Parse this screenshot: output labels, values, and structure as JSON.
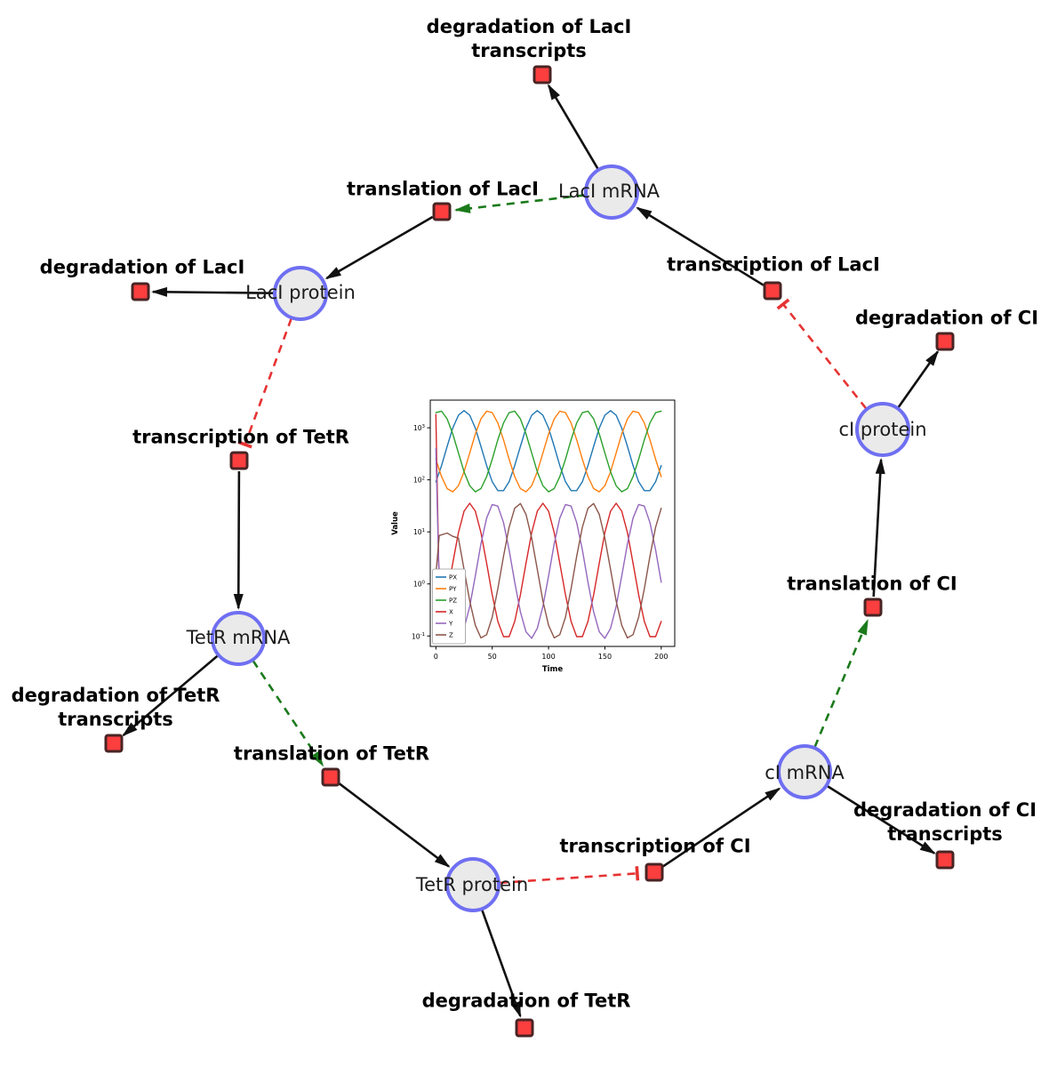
{
  "figure": {
    "title": "repressilator reaction network with simulation inset"
  },
  "network": {
    "species": [
      {
        "id": "laci-mrna",
        "label": "LacI mRNA"
      },
      {
        "id": "laci-protein",
        "label": "LacI protein"
      },
      {
        "id": "tetr-mrna",
        "label": "TetR mRNA"
      },
      {
        "id": "tetr-protein",
        "label": "TetR protein"
      },
      {
        "id": "ci-mrna",
        "label": "cI mRNA"
      },
      {
        "id": "ci-protein",
        "label": "cI protein"
      }
    ],
    "reactions": [
      {
        "id": "deg-laci-transcripts",
        "label": "degradation of LacI transcripts"
      },
      {
        "id": "translation-laci",
        "label": "translation of LacI"
      },
      {
        "id": "transcription-laci",
        "label": "transcription of LacI"
      },
      {
        "id": "deg-laci",
        "label": "degradation of LacI"
      },
      {
        "id": "deg-ci",
        "label": "degradation of CI"
      },
      {
        "id": "transcription-tetr",
        "label": "transcription of TetR"
      },
      {
        "id": "translation-ci",
        "label": "translation of CI"
      },
      {
        "id": "deg-tetr-transcripts",
        "label": "degradation of TetR transcripts"
      },
      {
        "id": "translation-tetr",
        "label": "translation of TetR"
      },
      {
        "id": "transcription-ci",
        "label": "transcription of CI"
      },
      {
        "id": "deg-ci-transcripts",
        "label": "degradation of CI transcripts"
      },
      {
        "id": "deg-tetr",
        "label": "degradation of TetR"
      }
    ],
    "colors": {
      "species_fill": "#eaeaea",
      "species_border": "#6f6ff2",
      "reaction_fill": "#fb3e3e",
      "reaction_border": "#4a2424",
      "reaction_edge": "#111111",
      "modifier_edge": "#1b7a1b",
      "inhibition_edge": "#e63333"
    }
  },
  "chart_data": {
    "type": "line",
    "title": "",
    "xlabel": "Time",
    "ylabel": "Value",
    "y_scale": "log",
    "x_ticks": [
      0,
      50,
      100,
      150,
      200
    ],
    "y_tick_exponents": [
      -1,
      0,
      1,
      2,
      3
    ],
    "xlim": [
      -5,
      212
    ],
    "ylim": [
      0.063,
      3400
    ],
    "legend_position": "lower left",
    "series": [
      {
        "name": "PX",
        "color": "#1f77b4",
        "x": [
          0,
          5,
          10,
          15,
          20,
          25,
          30,
          35,
          40,
          45,
          50,
          55,
          60,
          65,
          70,
          75,
          80,
          85,
          90,
          95,
          100,
          105,
          110,
          115,
          120,
          125,
          130,
          135,
          140,
          145,
          150,
          155,
          160,
          165,
          170,
          175,
          180,
          185,
          190,
          195,
          200
        ],
        "y": [
          92,
          188,
          440,
          984,
          1741,
          2138,
          1741,
          984,
          440,
          188,
          92,
          62,
          62,
          92,
          188,
          440,
          984,
          1741,
          2138,
          1741,
          984,
          440,
          188,
          92,
          62,
          62,
          92,
          188,
          440,
          984,
          1741,
          2138,
          1741,
          984,
          440,
          188,
          92,
          62,
          62,
          92,
          188
        ]
      },
      {
        "name": "PY",
        "color": "#ff7f0e",
        "x": [
          0,
          5,
          10,
          15,
          20,
          25,
          30,
          35,
          40,
          45,
          50,
          55,
          60,
          65,
          70,
          75,
          80,
          85,
          90,
          95,
          100,
          105,
          110,
          115,
          120,
          125,
          130,
          135,
          140,
          145,
          150,
          155,
          160,
          165,
          170,
          175,
          180,
          185,
          190,
          195,
          200
        ],
        "y": [
          249,
          115,
          68,
          59,
          77,
          143,
          328,
          762,
          1485,
          2087,
          1954,
          1236,
          588,
          249,
          115,
          68,
          59,
          77,
          143,
          328,
          762,
          1485,
          2087,
          1954,
          1236,
          588,
          249,
          115,
          68,
          59,
          77,
          143,
          328,
          762,
          1485,
          2087,
          1954,
          1236,
          588,
          249,
          115
        ]
      },
      {
        "name": "PZ",
        "color": "#2ca02c",
        "x": [
          0,
          5,
          10,
          15,
          20,
          25,
          30,
          35,
          40,
          45,
          50,
          55,
          60,
          65,
          70,
          75,
          80,
          85,
          90,
          95,
          100,
          105,
          110,
          115,
          120,
          125,
          130,
          135,
          140,
          145,
          150,
          155,
          160,
          165,
          170,
          175,
          180,
          185,
          190,
          195,
          200
        ],
        "y": [
          1954,
          2087,
          1485,
          762,
          328,
          143,
          77,
          59,
          68,
          115,
          249,
          589,
          1236,
          1954,
          2087,
          1485,
          762,
          328,
          143,
          77,
          59,
          68,
          115,
          249,
          589,
          1236,
          1954,
          2087,
          1485,
          762,
          328,
          143,
          77,
          59,
          68,
          115,
          249,
          589,
          1236,
          1954,
          2087
        ]
      },
      {
        "name": "X",
        "color": "#d62728",
        "x": [
          0,
          1.2,
          2.5,
          5,
          10,
          15,
          20,
          25,
          30,
          35,
          40,
          45,
          50,
          55,
          60,
          65,
          70,
          75,
          80,
          85,
          90,
          95,
          100,
          105,
          110,
          115,
          120,
          125,
          130,
          135,
          140,
          145,
          150,
          155,
          160,
          165,
          170,
          175,
          180,
          185,
          190,
          195,
          200
        ],
        "y": [
          1800,
          60,
          2.5,
          0.19,
          0.62,
          2.5,
          9.7,
          25,
          35.5,
          25,
          9.7,
          2.5,
          0.62,
          0.19,
          0.097,
          0.097,
          0.19,
          0.62,
          2.5,
          9.7,
          25,
          35.5,
          25,
          9.7,
          2.5,
          0.62,
          0.19,
          0.097,
          0.097,
          0.19,
          0.62,
          2.5,
          9.7,
          25,
          35.5,
          25,
          9.7,
          2.5,
          0.62,
          0.19,
          0.097,
          0.097,
          0.19
        ]
      },
      {
        "name": "Y",
        "color": "#9467bd",
        "x": [
          0,
          1.2,
          2.5,
          5,
          10,
          15,
          20,
          25,
          30,
          35,
          40,
          45,
          50,
          55,
          60,
          65,
          70,
          75,
          80,
          85,
          90,
          95,
          100,
          105,
          110,
          115,
          120,
          125,
          130,
          135,
          140,
          145,
          150,
          155,
          160,
          165,
          170,
          175,
          180,
          185,
          190,
          195,
          200
        ],
        "y": [
          400,
          30,
          2.2,
          1.08,
          0.29,
          0.12,
          0.09,
          0.14,
          0.37,
          1.43,
          5.9,
          18.4,
          33.6,
          31.3,
          15.1,
          4.5,
          1.08,
          0.29,
          0.12,
          0.09,
          0.14,
          0.37,
          1.43,
          5.9,
          18.4,
          33.6,
          31.3,
          15.1,
          4.5,
          1.08,
          0.29,
          0.12,
          0.09,
          0.14,
          0.37,
          1.43,
          5.9,
          18.4,
          33.6,
          31.3,
          15.1,
          4.5,
          1.08
        ]
      },
      {
        "name": "Z",
        "color": "#8c564b",
        "x": [
          0,
          3,
          10,
          15,
          20,
          25,
          30,
          35,
          40,
          45,
          50,
          55,
          60,
          65,
          70,
          75,
          80,
          85,
          90,
          95,
          100,
          105,
          110,
          115,
          120,
          125,
          130,
          135,
          140,
          145,
          150,
          155,
          160,
          165,
          170,
          175,
          180,
          185,
          190,
          195,
          200
        ],
        "y": [
          1.5,
          8.5,
          9.5,
          8.2,
          7.6,
          1.9,
          0.47,
          0.16,
          0.092,
          0.106,
          0.23,
          0.81,
          3.4,
          12.3,
          28.4,
          35,
          21.7,
          7.6,
          1.9,
          0.47,
          0.16,
          0.092,
          0.106,
          0.23,
          0.81,
          3.4,
          12.3,
          28.4,
          35,
          21.7,
          7.6,
          1.9,
          0.47,
          0.16,
          0.092,
          0.106,
          0.23,
          0.81,
          3.4,
          12.3,
          28.4
        ]
      }
    ]
  }
}
